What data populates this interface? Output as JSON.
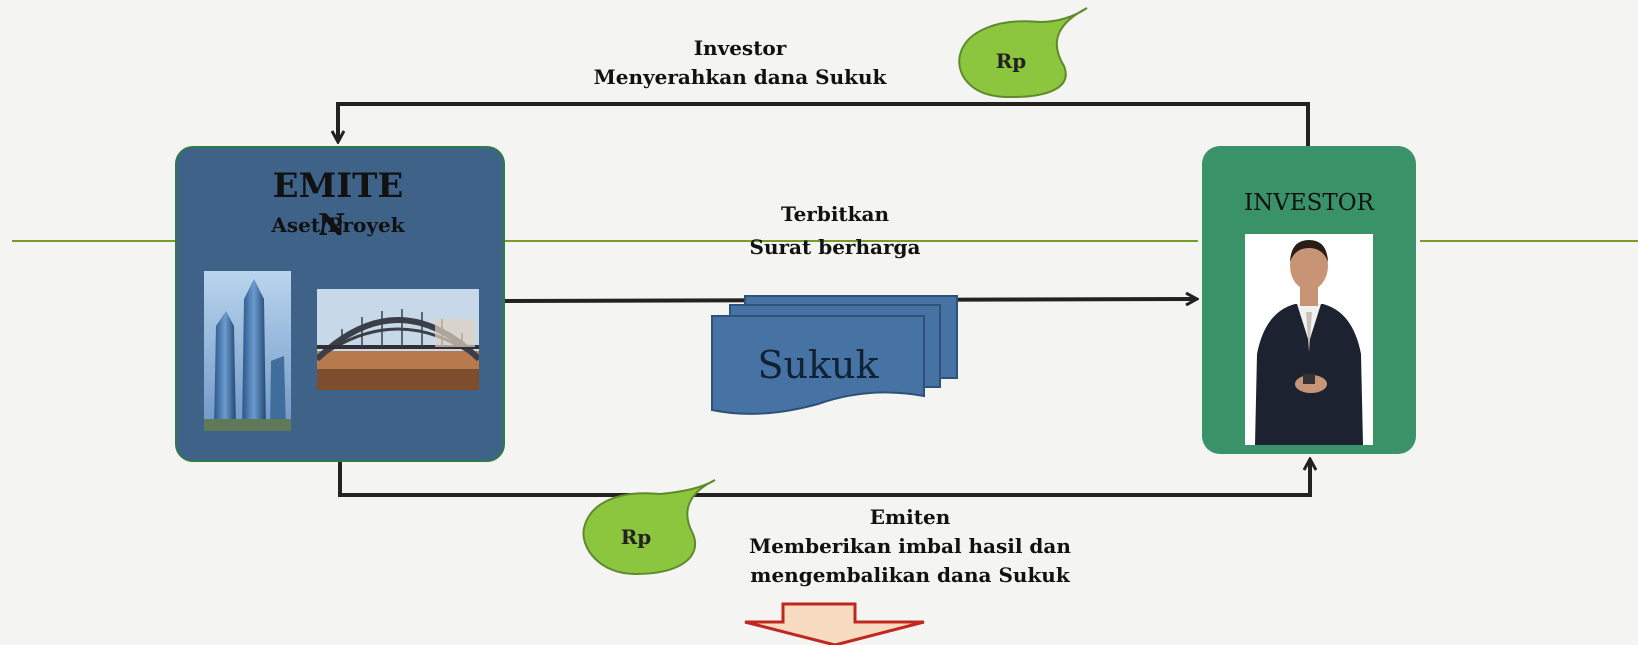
{
  "top_label": {
    "line1": "Investor",
    "line2": "Menyerahkan dana Sukuk"
  },
  "middle_label": {
    "line1": "Terbitkan",
    "line2": "Surat berharga"
  },
  "bottom_label": {
    "line1": "Emiten",
    "line2": "Memberikan imbal hasil dan",
    "line3": "mengembalikan dana Sukuk"
  },
  "emiten": {
    "title": "EMITE",
    "title_overlap": "N",
    "subtitle": "Aset/Proyek"
  },
  "investor": {
    "title": "INVESTOR"
  },
  "document": {
    "label": "Sukuk"
  },
  "money_top": {
    "label": "Rp"
  },
  "money_bottom": {
    "label": "Rp"
  },
  "colors": {
    "background": "#f4f4f3",
    "emiten_box": "#3e6288",
    "investor_box": "#3a9268",
    "document": "#4673a3",
    "money_bubble": "#8cc63f",
    "divider_line": "#7a9a2c",
    "down_arrow_fill": "#f7dcc2",
    "down_arrow_stroke": "#c0281f"
  },
  "icons": {
    "emiten_images": [
      "skyscraper-image",
      "bridge-image"
    ],
    "investor_image": "businessman-image",
    "money": "money-drop-icon"
  }
}
